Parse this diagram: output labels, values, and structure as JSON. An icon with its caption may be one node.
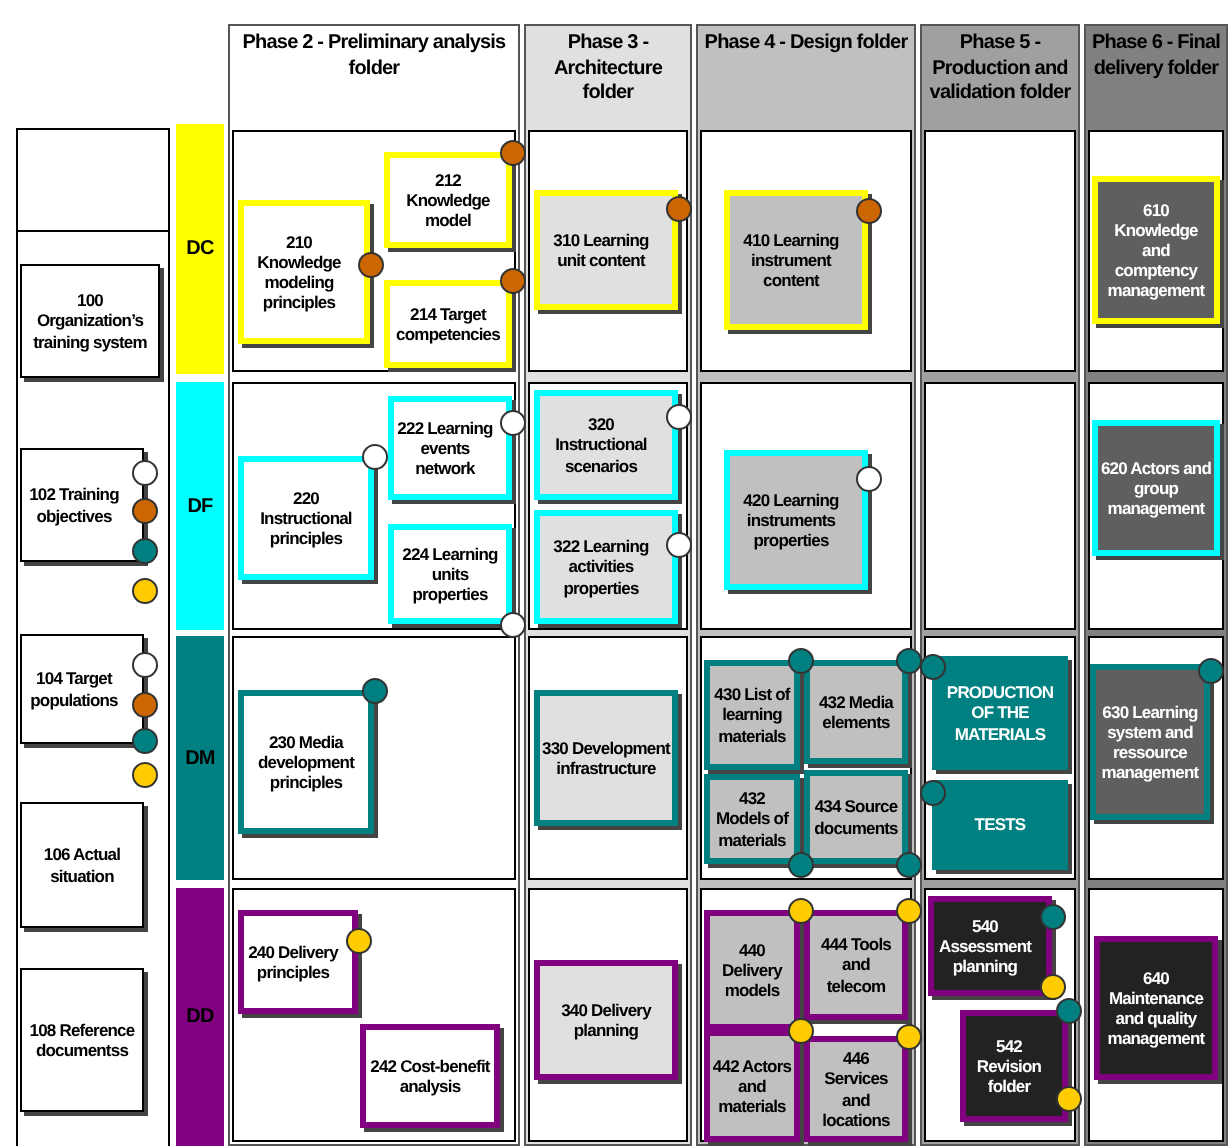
{
  "diagram": {
    "nodes": [
      {
        "text": [],
        "shape": "box"
      },
      {
        "text": [],
        "shape": "box",
        "in": 0
      },
      {
        "text": [
          "100 Organization’s training system"
        ],
        "in": 0
      },
      {
        "text": [
          "102 Training objectives"
        ],
        "in": 0
      },
      {
        "text": [
          "104 Target populations"
        ],
        "in": 0
      },
      {
        "text": [
          "106 Actual situation"
        ],
        "in": 0
      },
      {
        "text": [
          "108 Reference documentss"
        ],
        "in": 0
      },
      {
        "text": [
          "Phase 2 - Preliminary analysis folder"
        ]
      },
      {
        "text": [
          "Phase 3 - Architecture folder"
        ]
      },
      {
        "text": [
          "Phase 4 - Design folder"
        ]
      },
      {
        "text": [
          "Phase 5 - Production and validation folder"
        ]
      },
      {
        "text": [
          "Phase 6 - Final delivery folder"
        ]
      },
      {
        "text": [
          "DC"
        ]
      },
      {
        "text": [
          "DF"
        ]
      },
      {
        "text": [
          "DM"
        ]
      },
      {
        "text": [
          "DD"
        ]
      },
      {
        "text": [],
        "shape": "box",
        "in": 7
      },
      {
        "text": [],
        "shape": "box",
        "in": 8
      },
      {
        "text": [],
        "shape": "box",
        "in": 9
      },
      {
        "text": [],
        "shape": "box",
        "in": 10
      },
      {
        "text": [],
        "shape": "box",
        "in": 11
      },
      {
        "text": [],
        "shape": "box",
        "in": 7
      },
      {
        "text": [],
        "shape": "box",
        "in": 8
      },
      {
        "text": [],
        "shape": "box",
        "in": 9
      },
      {
        "text": [],
        "shape": "box",
        "in": 10
      },
      {
        "text": [],
        "shape": "box",
        "in": 11
      },
      {
        "text": [],
        "shape": "box",
        "in": 7
      },
      {
        "text": [],
        "shape": "box",
        "in": 8
      },
      {
        "text": [],
        "shape": "box",
        "in": 9
      },
      {
        "text": [],
        "shape": "box",
        "in": 10
      },
      {
        "text": [],
        "shape": "box",
        "in": 11
      },
      {
        "text": [],
        "shape": "box",
        "in": 7
      },
      {
        "text": [],
        "shape": "box",
        "in": 8
      },
      {
        "text": [],
        "shape": "box",
        "in": 9
      },
      {
        "text": [],
        "shape": "box",
        "in": 10
      },
      {
        "text": [],
        "shape": "box",
        "in": 11
      },
      {
        "text": [
          "210 Knowledge modeling principles"
        ],
        "in": 16
      },
      {
        "text": [
          "212 Knowledge model"
        ],
        "in": 16
      },
      {
        "text": [
          "214 Target competencies"
        ],
        "in": 16
      },
      {
        "text": [
          "310 Learning unit content"
        ],
        "in": 17
      },
      {
        "text": [
          "410 Learning instrument content"
        ],
        "in": 18
      },
      {
        "text": [
          "610 Knowledge and comptency management"
        ],
        "in": 20
      },
      {
        "text": [
          "222 Learning events network"
        ],
        "in": 21
      },
      {
        "text": [
          "220 Instructional principles"
        ],
        "in": 21
      },
      {
        "text": [
          "224 Learning units properties"
        ],
        "in": 21
      },
      {
        "text": [
          "320 Instructional scenarios"
        ],
        "in": 22
      },
      {
        "text": [
          "322 Learning activities properties"
        ],
        "in": 22
      },
      {
        "text": [
          "420 Learning instruments properties"
        ],
        "in": 23
      },
      {
        "text": [
          "620 Actors and group management"
        ],
        "in": 25
      },
      {
        "text": [
          "230 Media development principles"
        ],
        "in": 26
      },
      {
        "text": [
          "330 Development infrastructure"
        ],
        "in": 27
      },
      {
        "text": [
          "430 List of learning materials"
        ],
        "in": 28
      },
      {
        "text": [
          "432 Media elements"
        ],
        "in": 28
      },
      {
        "text": [
          "432 Models of materials"
        ],
        "in": 28
      },
      {
        "text": [
          "434 Source documents"
        ],
        "in": 28
      },
      {
        "text": [
          "PRODUCTION OF THE MATERIALS"
        ],
        "in": 29
      },
      {
        "text": [
          "TESTS"
        ],
        "in": 29
      },
      {
        "text": [
          "630 Learning system and ressource management"
        ],
        "in": 30
      },
      {
        "text": [
          "240 Delivery principles"
        ],
        "in": 31
      },
      {
        "text": [
          "242 Cost-benefit analysis"
        ],
        "in": 31
      },
      {
        "text": [
          "340 Delivery planning"
        ],
        "in": 32
      },
      {
        "text": [
          "440 Delivery models"
        ],
        "in": 33
      },
      {
        "text": [
          "444 Tools and telecom"
        ],
        "in": 33
      },
      {
        "text": [
          "442 Actors and materials"
        ],
        "in": 33
      },
      {
        "text": [
          "446 Services and locations"
        ],
        "in": 33
      },
      {
        "text": [
          "540 Assessment planning"
        ],
        "in": 34
      },
      {
        "text": [
          "542 Revision folder"
        ],
        "in": 34
      },
      {
        "text": [
          "640 Maintenance and quality management"
        ],
        "in": 35
      }
    ],
    "edges": []
  }
}
